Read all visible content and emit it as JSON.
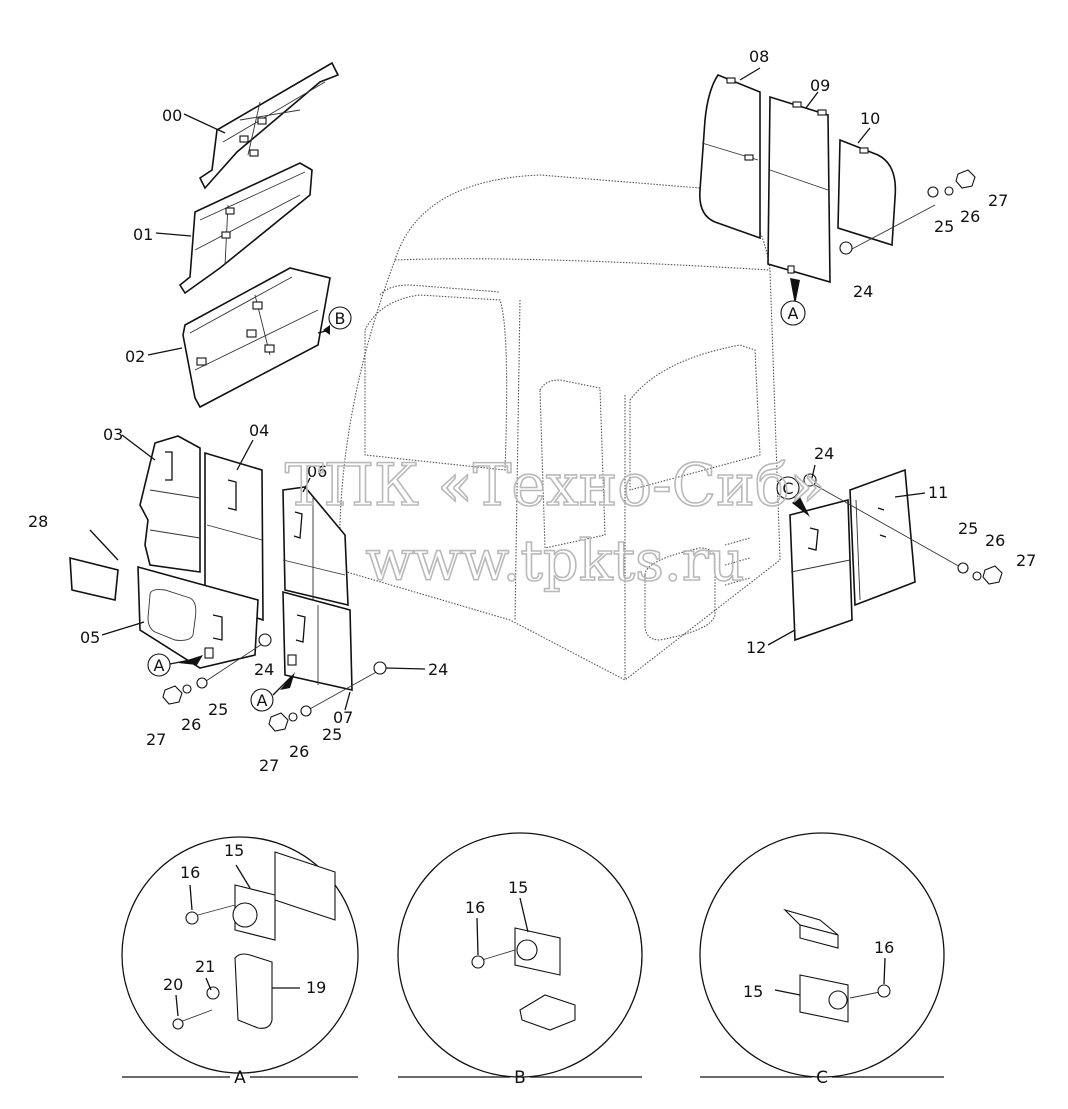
{
  "watermark": {
    "line1": "ТПК «Техно-Сиб»",
    "line2": "www.tpkts.ru"
  },
  "callouts": {
    "A": "A",
    "B": "B",
    "C": "C"
  },
  "part_labels": {
    "p00": "00",
    "p01": "01",
    "p02": "02",
    "p03": "03",
    "p04": "04",
    "p05": "05",
    "p06": "06",
    "p07": "07",
    "p08": "08",
    "p09": "09",
    "p10": "10",
    "p11": "11",
    "p12": "12",
    "p15": "15",
    "p16": "16",
    "p19": "19",
    "p20": "20",
    "p21": "21",
    "p24": "24",
    "p25": "25",
    "p26": "26",
    "p27": "27",
    "p28": "28"
  },
  "detail_captions": {
    "A": "A",
    "B": "B",
    "C": "C"
  }
}
